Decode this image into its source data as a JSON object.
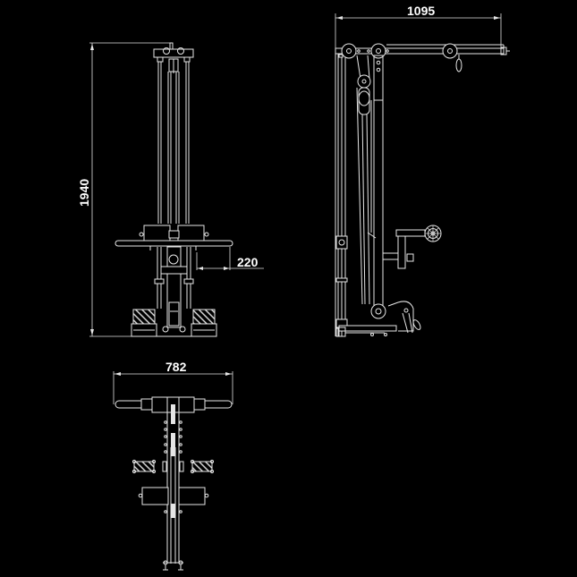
{
  "drawing": {
    "title": "Lat pulldown / low row machine technical drawing",
    "background_color": "#000000",
    "line_color": "#e6e6e6",
    "views": {
      "front": {
        "name": "Front view",
        "dimensions": {
          "height": "1940",
          "handle_offset": "220"
        }
      },
      "side": {
        "name": "Side view",
        "dimensions": {
          "depth": "1095"
        }
      },
      "top": {
        "name": "Top view",
        "dimensions": {
          "width": "782"
        }
      }
    }
  }
}
